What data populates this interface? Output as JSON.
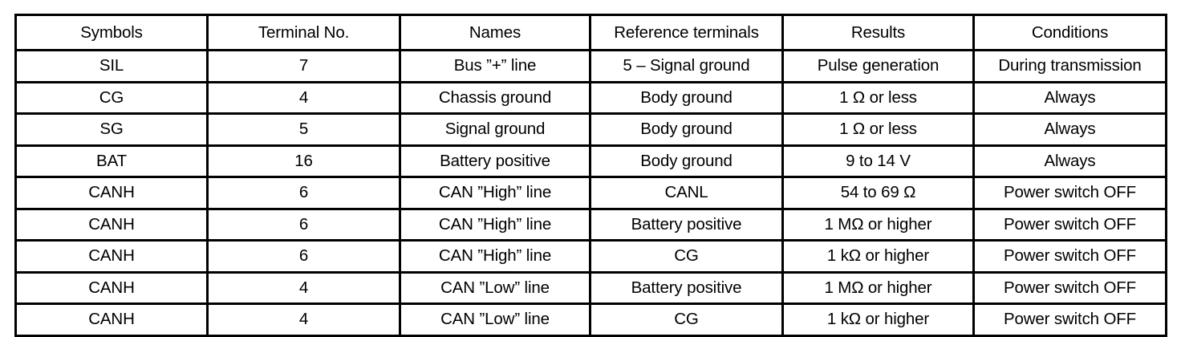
{
  "table": {
    "columns": [
      "Symbols",
      "Terminal No.",
      "Names",
      "Reference terminals",
      "Results",
      "Conditions"
    ],
    "rows": [
      {
        "symbol": "SIL",
        "terminal_no": "7",
        "name": "Bus ”+” line",
        "reference_terminal": "5 – Signal ground",
        "result": "Pulse generation",
        "condition": "During transmission"
      },
      {
        "symbol": "CG",
        "terminal_no": "4",
        "name": "Chassis ground",
        "reference_terminal": "Body ground",
        "result": "1 Ω or less",
        "condition": "Always"
      },
      {
        "symbol": "SG",
        "terminal_no": "5",
        "name": "Signal ground",
        "reference_terminal": "Body ground",
        "result": "1 Ω or less",
        "condition": "Always"
      },
      {
        "symbol": "BAT",
        "terminal_no": "16",
        "name": "Battery positive",
        "reference_terminal": "Body ground",
        "result": "9 to 14 V",
        "condition": "Always"
      },
      {
        "symbol": "CANH",
        "terminal_no": "6",
        "name": "CAN ”High” line",
        "reference_terminal": "CANL",
        "result": "54 to 69 Ω",
        "condition": "Power switch OFF"
      },
      {
        "symbol": "CANH",
        "terminal_no": "6",
        "name": "CAN ”High” line",
        "reference_terminal": "Battery positive",
        "result": "1 MΩ or higher",
        "condition": "Power switch OFF"
      },
      {
        "symbol": "CANH",
        "terminal_no": "6",
        "name": "CAN ”High” line",
        "reference_terminal": "CG",
        "result": "1 kΩ or higher",
        "condition": "Power switch OFF"
      },
      {
        "symbol": "CANH",
        "terminal_no": "4",
        "name": "CAN ”Low” line",
        "reference_terminal": "Battery positive",
        "result": "1 MΩ or higher",
        "condition": "Power switch OFF"
      },
      {
        "symbol": "CANH",
        "terminal_no": "4",
        "name": "CAN ”Low” line",
        "reference_terminal": "CG",
        "result": "1 kΩ or higher",
        "condition": "Power switch OFF"
      }
    ]
  },
  "colors": {
    "border": "#000000",
    "text": "#000000",
    "background": "#ffffff"
  }
}
